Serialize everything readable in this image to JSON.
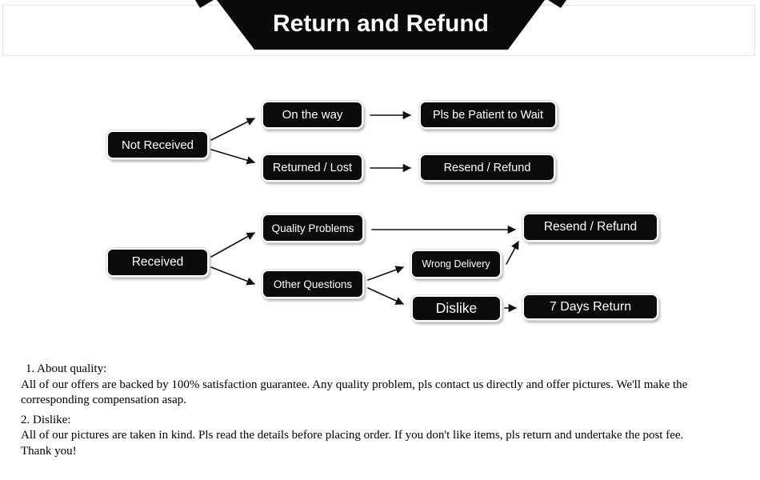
{
  "banner": {
    "title": "Return and Refund"
  },
  "theme": {
    "banner-bg": "#0a0a0a",
    "banner-text": "#ffffff",
    "node-bg": "#0b0b0b",
    "node-border": "#fbfbfb",
    "node-text": "#ffffff",
    "arrow": "#111111",
    "note-text": "#000000",
    "frame-border": "#e4e4e4"
  },
  "flowchart": {
    "nodes": [
      {
        "id": "not-received",
        "label": "Not Received"
      },
      {
        "id": "on-the-way",
        "label": "On the way"
      },
      {
        "id": "pls-be-patient",
        "label": "Pls be Patient to Wait"
      },
      {
        "id": "returned-lost",
        "label": "Returned / Lost"
      },
      {
        "id": "resend-refund-1",
        "label": "Resend / Refund"
      },
      {
        "id": "received",
        "label": "Received"
      },
      {
        "id": "quality-problems",
        "label": "Quality Problems"
      },
      {
        "id": "other-questions",
        "label": "Other Questions"
      },
      {
        "id": "resend-refund-2",
        "label": "Resend / Refund"
      },
      {
        "id": "wrong-delivery",
        "label": "Wrong Delivery"
      },
      {
        "id": "dislike",
        "label": "Dislike"
      },
      {
        "id": "seven-days-return",
        "label": "7 Days Return"
      }
    ]
  },
  "notes": {
    "items": [
      {
        "heading": "1. About quality:",
        "lines": [
          "All of our offers are backed by 100% satisfaction guarantee. Any quality problem, pls contact us directly and offer pictures. We'll make the",
          "corresponding compensation asap."
        ]
      },
      {
        "heading": "2. Dislike:",
        "lines": [
          "All of our pictures are taken in kind. Pls read the details before placing order. If you don't like items, pls return and undertake the post fee.",
          "Thank you!"
        ]
      }
    ]
  }
}
